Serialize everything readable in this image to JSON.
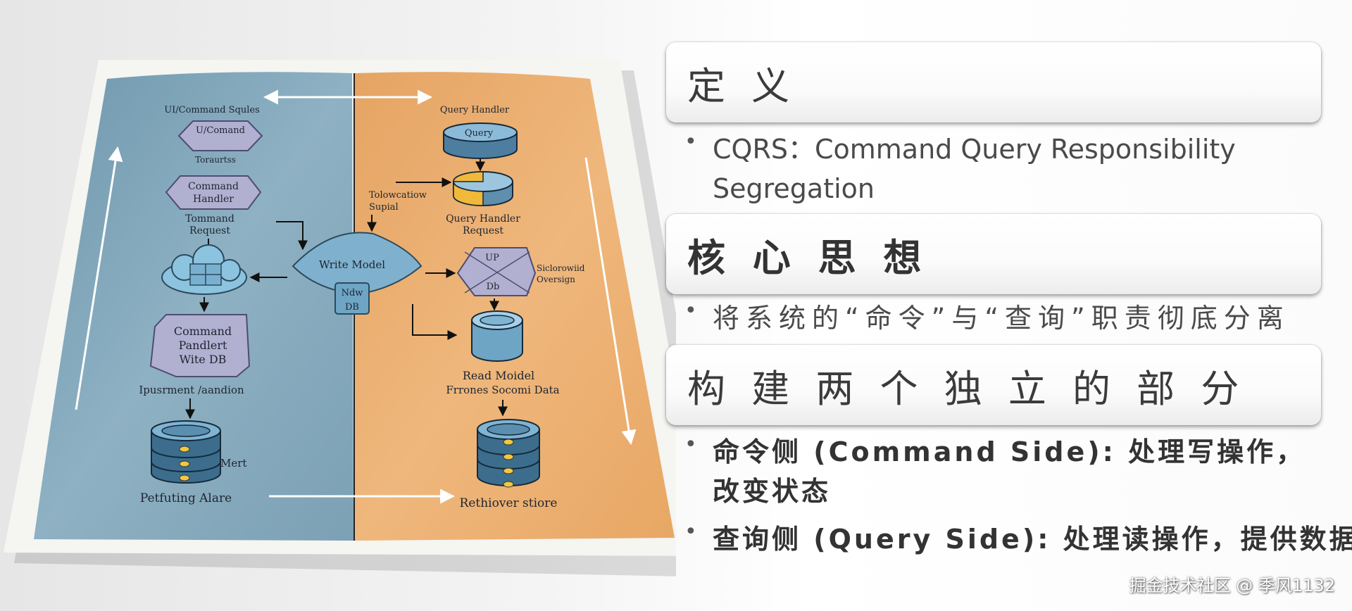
{
  "diagram": {
    "left_side": {
      "top_label": "UI/Command Squles",
      "ui_node": "U/Comand",
      "sub_label": "Toraurtss",
      "handler_line1": "Command",
      "handler_line2": "Handler",
      "request_line1": "Tommand",
      "request_line2": "Request",
      "db_line1": "Command",
      "db_line2": "Pandlert",
      "db_line3": "Wite DB",
      "persist_label": "Ipusrment /aandion",
      "mert_label": "Mert",
      "store_label": "Petfuting Alare"
    },
    "middle": {
      "write_model": "Write Model",
      "ndw_line1": "Ndw",
      "ndw_line2": "DB",
      "tolow_line1": "Tolowcatiow",
      "tolow_line2": "Supial"
    },
    "right_side": {
      "top_label": "Query Handler",
      "query_node": "Query",
      "handler_line1": "Query Handler",
      "handler_line2": "Request",
      "up_label": "UP",
      "db_label": "Db",
      "side_line1": "Siclorowiid",
      "side_line2": "Oversign",
      "read_line1": "Read Moidel",
      "read_line2": "Frrones Socomi Data",
      "store_label": "Rethiover stiore"
    }
  },
  "sections": [
    {
      "title": "定 义"
    },
    {
      "title": "核 心 思 想"
    },
    {
      "title": "构 建 两 个 独 立 的 部 分"
    }
  ],
  "bullets": {
    "definition": "CQRS：Command Query Responsibility Segregation",
    "core_idea": "将系统的“命令”与“查询”职责彻底分离",
    "command_side": "命令侧 (Command Side): 处理写操作，改变状态",
    "query_side": "查询侧 (Query Side): 处理读操作，提供数据"
  },
  "watermark": "掘金技术社区 @ 季风1132",
  "colors": {
    "left_panel": "#7fa3b7",
    "right_panel": "#e9aa6a",
    "node_purple": "#b3b1d1",
    "node_blue": "#6fa5c4"
  }
}
